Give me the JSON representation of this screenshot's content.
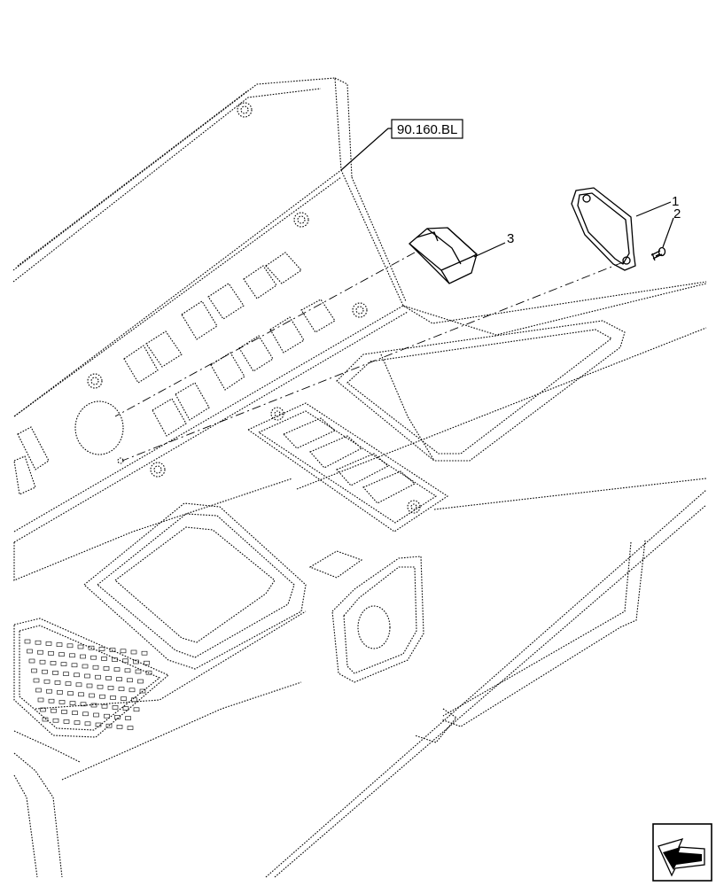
{
  "reference": {
    "text": "90.160.BL"
  },
  "callouts": [
    {
      "id": "1",
      "text": "1"
    },
    {
      "id": "2",
      "text": "2"
    },
    {
      "id": "3",
      "text": "3"
    }
  ],
  "nav_icon": {
    "name": "next-page-arrow-icon"
  },
  "colors": {
    "line": "#000000",
    "background": "#ffffff"
  }
}
